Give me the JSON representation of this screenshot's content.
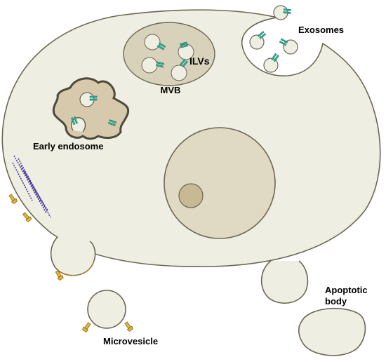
{
  "labels": {
    "exosomes": "Exosomes",
    "ilvs": "ILVs",
    "mvb": "MVB",
    "early_endosome": "Early endosome",
    "apoptotic_line1": "Apoptotic",
    "apoptotic_line2": "body",
    "microvesicle": "Microvesicle"
  },
  "colors": {
    "cytoplasm": "#efeee2",
    "outline": "#6b6752",
    "mvb_fill": "#d9d2bb",
    "endosome_fill": "#d6c9ac",
    "endosome_stroke": "#4d4a3c",
    "nucleus_fill": "#e0d9c4",
    "nucleolus_fill": "#c7b994",
    "receptor": "#2bb39a",
    "gold": "#e0b838",
    "actin": "#4a3a9c",
    "membrane_dots": "#d68a2e"
  },
  "icons": [
    "receptor-icon",
    "transmembrane-protein-icon",
    "actin-filament-icon"
  ]
}
